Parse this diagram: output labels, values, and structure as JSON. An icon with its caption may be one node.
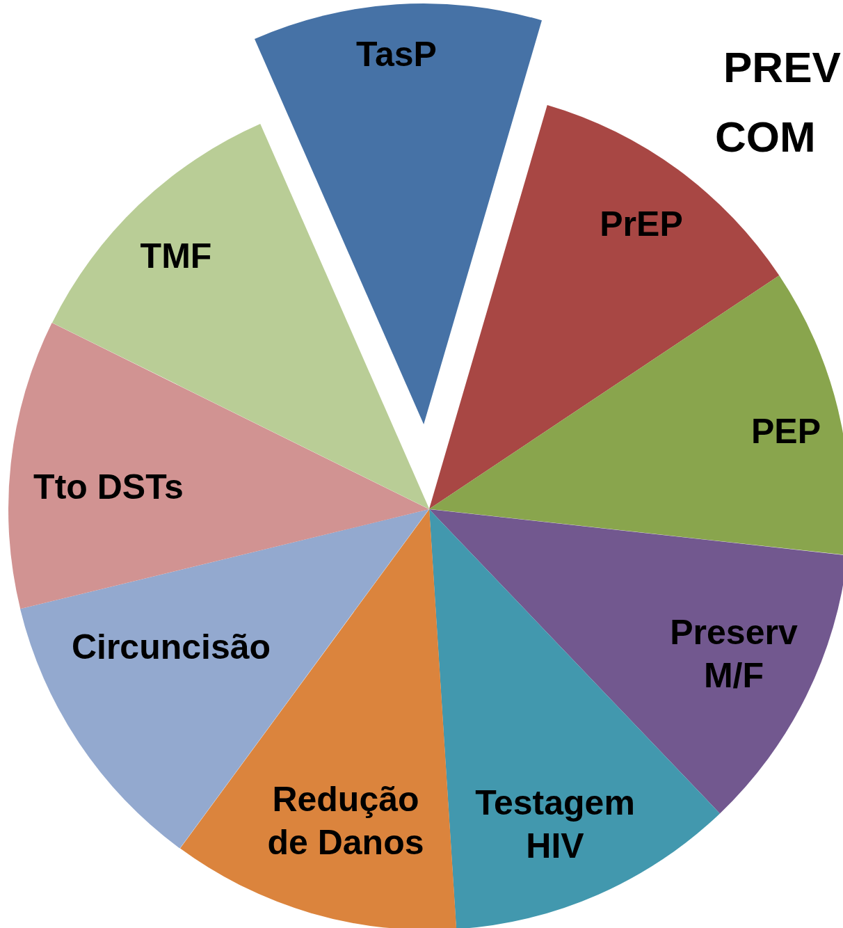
{
  "diagram": {
    "nodes": [
      {
        "text": [
          "TasP"
        ]
      },
      {
        "text": [
          "PrEP"
        ]
      },
      {
        "text": [
          "PEP"
        ]
      },
      {
        "text": [
          "Preserv M/F"
        ]
      },
      {
        "text": [
          "Testagem HIV"
        ]
      },
      {
        "text": [
          "Redução de Danos"
        ]
      },
      {
        "text": [
          "Circuncisão"
        ]
      },
      {
        "text": [
          "Tto DSTs"
        ]
      },
      {
        "text": [
          "TMF"
        ]
      }
    ],
    "labels": [
      "PREV",
      "COM"
    ]
  }
}
